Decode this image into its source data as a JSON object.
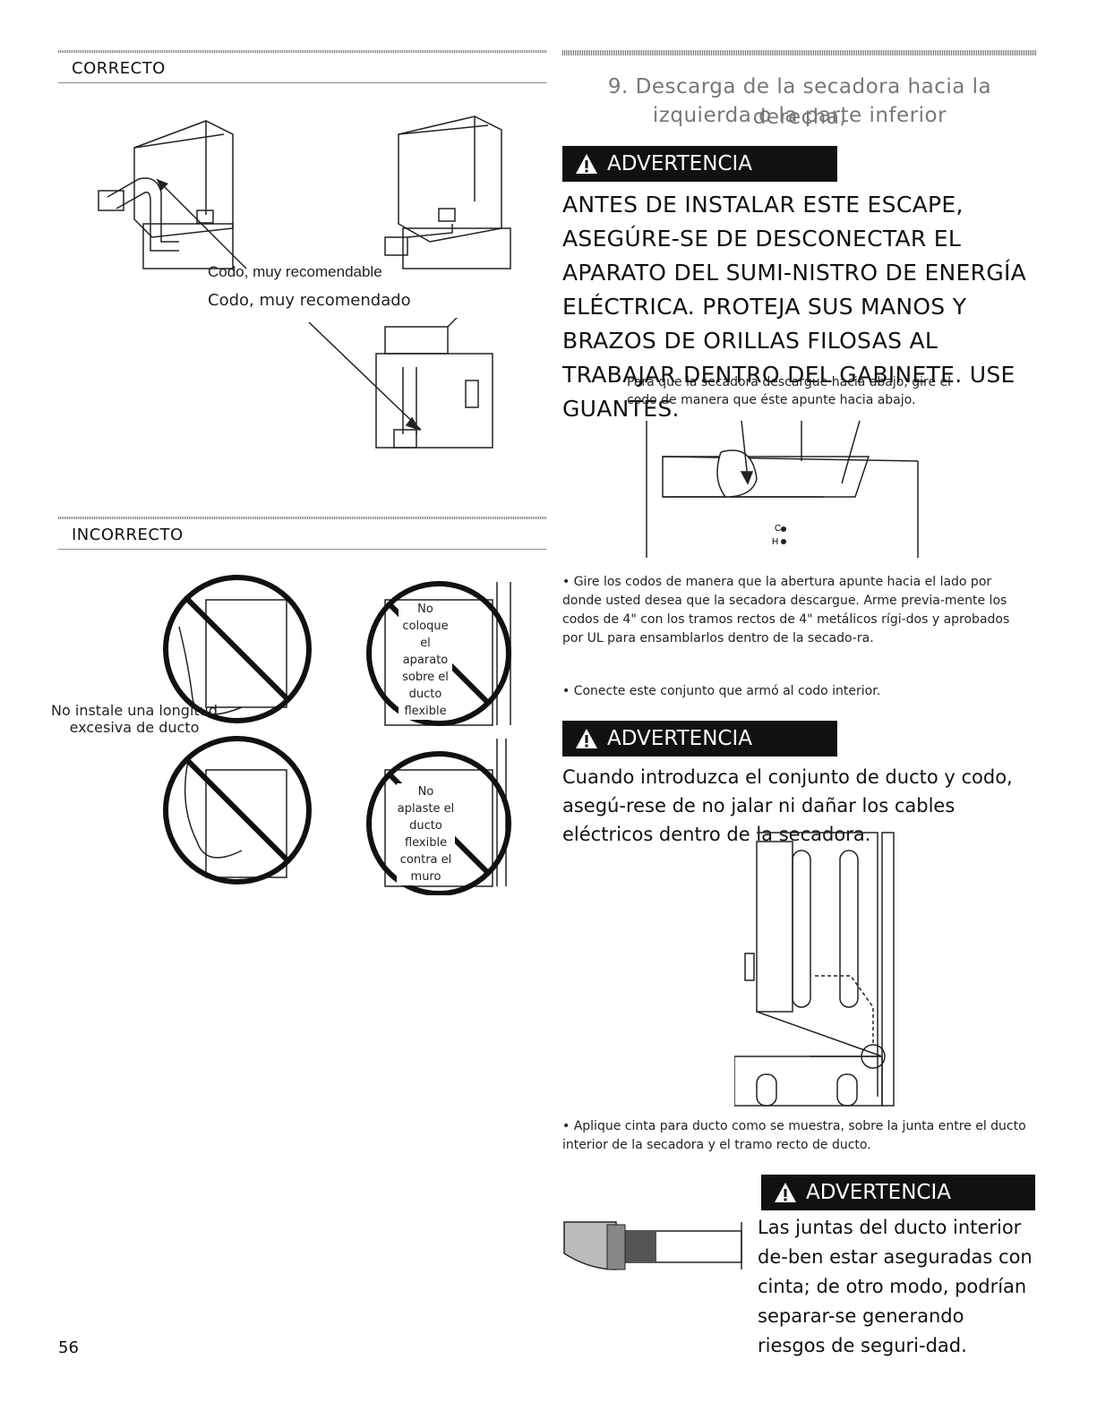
{
  "left": {
    "correct_heading": "CORRECTO",
    "elbow_caption_en": "Codo, muy recomendable",
    "elbow_caption_es": "Codo, muy recomendado",
    "incorrect_heading": "INCORRECTO",
    "no_excess_length": "No instale una longitud excesiva de ducto",
    "no_place_on_duct": "No coloque el aparato sobre el ducto flexible",
    "no_crush_duct": "No aplaste el ducto flexible contra el muro"
  },
  "right": {
    "step_title_line1": "9. Descarga de la secadora hacia la derecha,",
    "step_title_line2": "izquierda o la parte inferior",
    "warning_label": "ADVERTENCIA",
    "warning1_text": "ANTES DE INSTALAR ESTE ESCAPE, ASEGÚRE-SE DE DESCONECTAR EL APARATO DEL SUMI-NISTRO DE ENERGÍA ELÉCTRICA. PROTEJA SUS MANOS Y BRAZOS DE ORILLAS FILOSAS AL TRABAJAR DENTRO DEL GABINETE. USE GUANTES.",
    "note_down": "Para que la secadora descargue hacia abajo, gire el codo de manera que éste apunte hacia abajo.",
    "bullet1": "• Gire los codos de manera que la abertura apunte hacia el lado por donde usted desea que la secadora descargue. Arme previa-mente los codos de 4\" con los tramos rectos de 4\" metálicos rígi-dos y aprobados por UL para ensamblarlos dentro de la secado-ra.",
    "bullet2": "• Conecte este conjunto que armó al codo interior.",
    "warning2_text": "Cuando introduzca el conjunto de ducto y codo, asegú-rese de no jalar ni dañar los cables eléctricos dentro de la secadora.",
    "bullet3": "• Aplique cinta para ducto como se muestra, sobre la junta entre el ducto interior de la secadora y el tramo recto de ducto.",
    "warning3_text": "Las juntas del ducto interior de-ben estar aseguradas con cinta; de otro modo, podrían separar-se generando riesgos de seguri-dad.",
    "diagram_c": "C",
    "diagram_h": "H"
  },
  "page_number": "56"
}
